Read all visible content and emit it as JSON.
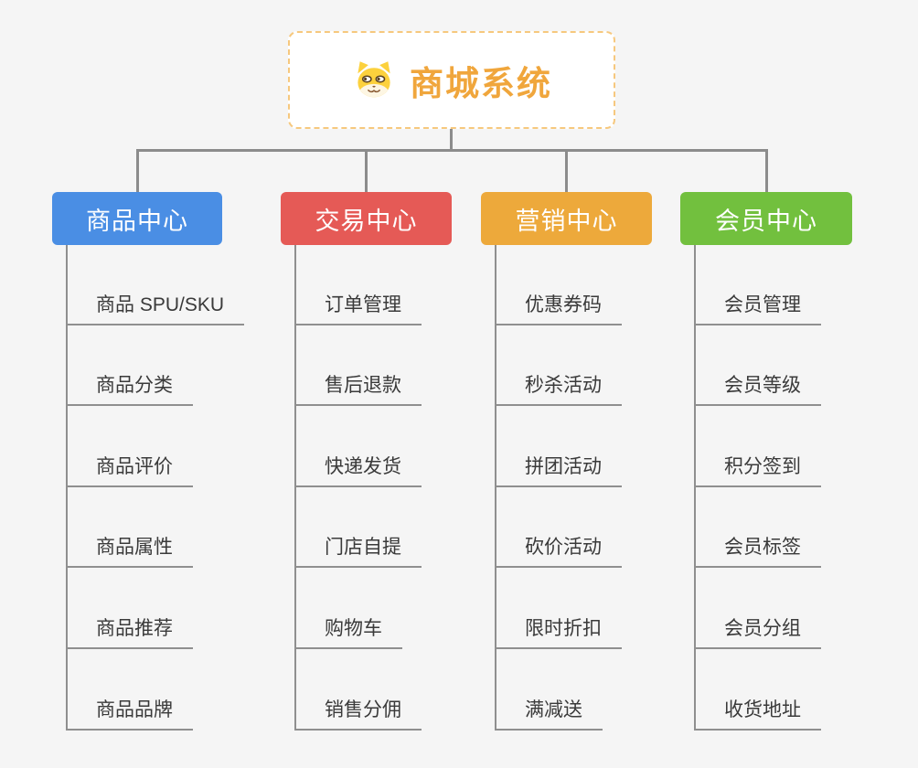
{
  "root": {
    "title": "商城系统",
    "icon": "dog-face-icon",
    "border_color": "#f6c87e",
    "title_color": "#f0a63c"
  },
  "connector_color": "#8c8c8c",
  "branches": [
    {
      "label": "商品中心",
      "color": "#4a8ee4",
      "items": [
        "商品 SPU/SKU",
        "商品分类",
        "商品评价",
        "商品属性",
        "商品推荐",
        "商品品牌"
      ]
    },
    {
      "label": "交易中心",
      "color": "#e55a56",
      "items": [
        "订单管理",
        "售后退款",
        "快递发货",
        "门店自提",
        "购物车",
        "销售分佣"
      ]
    },
    {
      "label": "营销中心",
      "color": "#eda93b",
      "items": [
        "优惠券码",
        "秒杀活动",
        "拼团活动",
        "砍价活动",
        "限时折扣",
        "满减送"
      ]
    },
    {
      "label": "会员中心",
      "color": "#72c03e",
      "items": [
        "会员管理",
        "会员等级",
        "积分签到",
        "会员标签",
        "会员分组",
        "收货地址"
      ]
    }
  ]
}
